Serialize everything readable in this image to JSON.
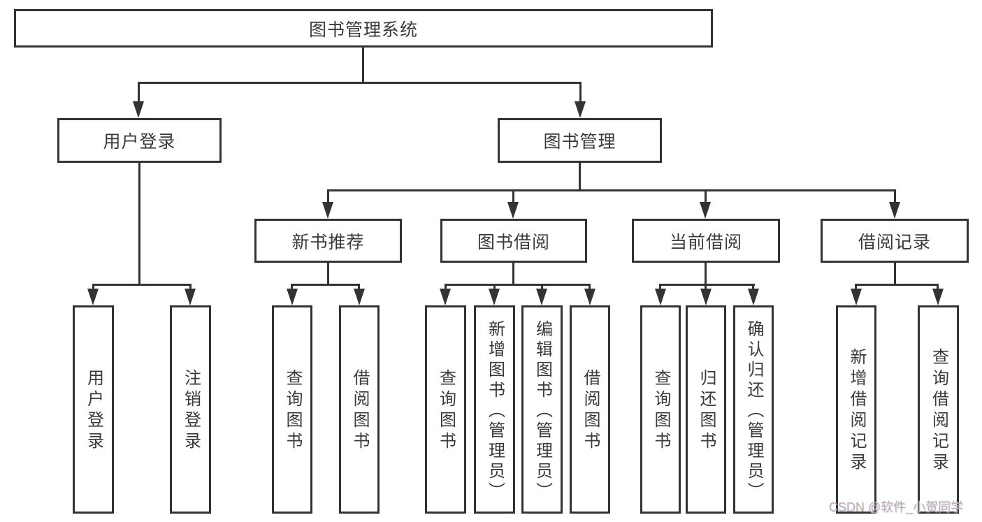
{
  "diagram": {
    "root": {
      "label": "图书管理系统"
    },
    "level2": {
      "user_login": {
        "label": "用户登录"
      },
      "book_mgmt": {
        "label": "图书管理"
      }
    },
    "level3": {
      "new_books": {
        "label": "新书推荐"
      },
      "book_borrow": {
        "label": "图书借阅"
      },
      "current_borrow": {
        "label": "当前借阅"
      },
      "borrow_records": {
        "label": "借阅记录"
      }
    },
    "leaves": {
      "user_login": [
        "用户登录",
        "注销登录"
      ],
      "new_books": [
        "查询图书",
        "借阅图书"
      ],
      "book_borrow": [
        "查询图书",
        "新增图书（管理员）",
        "编辑图书（管理员）",
        "借阅图书"
      ],
      "current_borrow": [
        "查询图书",
        "归还图书",
        "确认归还（管理员）"
      ],
      "borrow_records": [
        "新增借阅记录",
        "查询借阅记录"
      ]
    }
  },
  "watermark": "CSDN @软件_小贺同学",
  "colors": {
    "line": "#333333",
    "text": "#3a3a3a",
    "watermark": "#b3b3b3",
    "background": "#ffffff"
  }
}
